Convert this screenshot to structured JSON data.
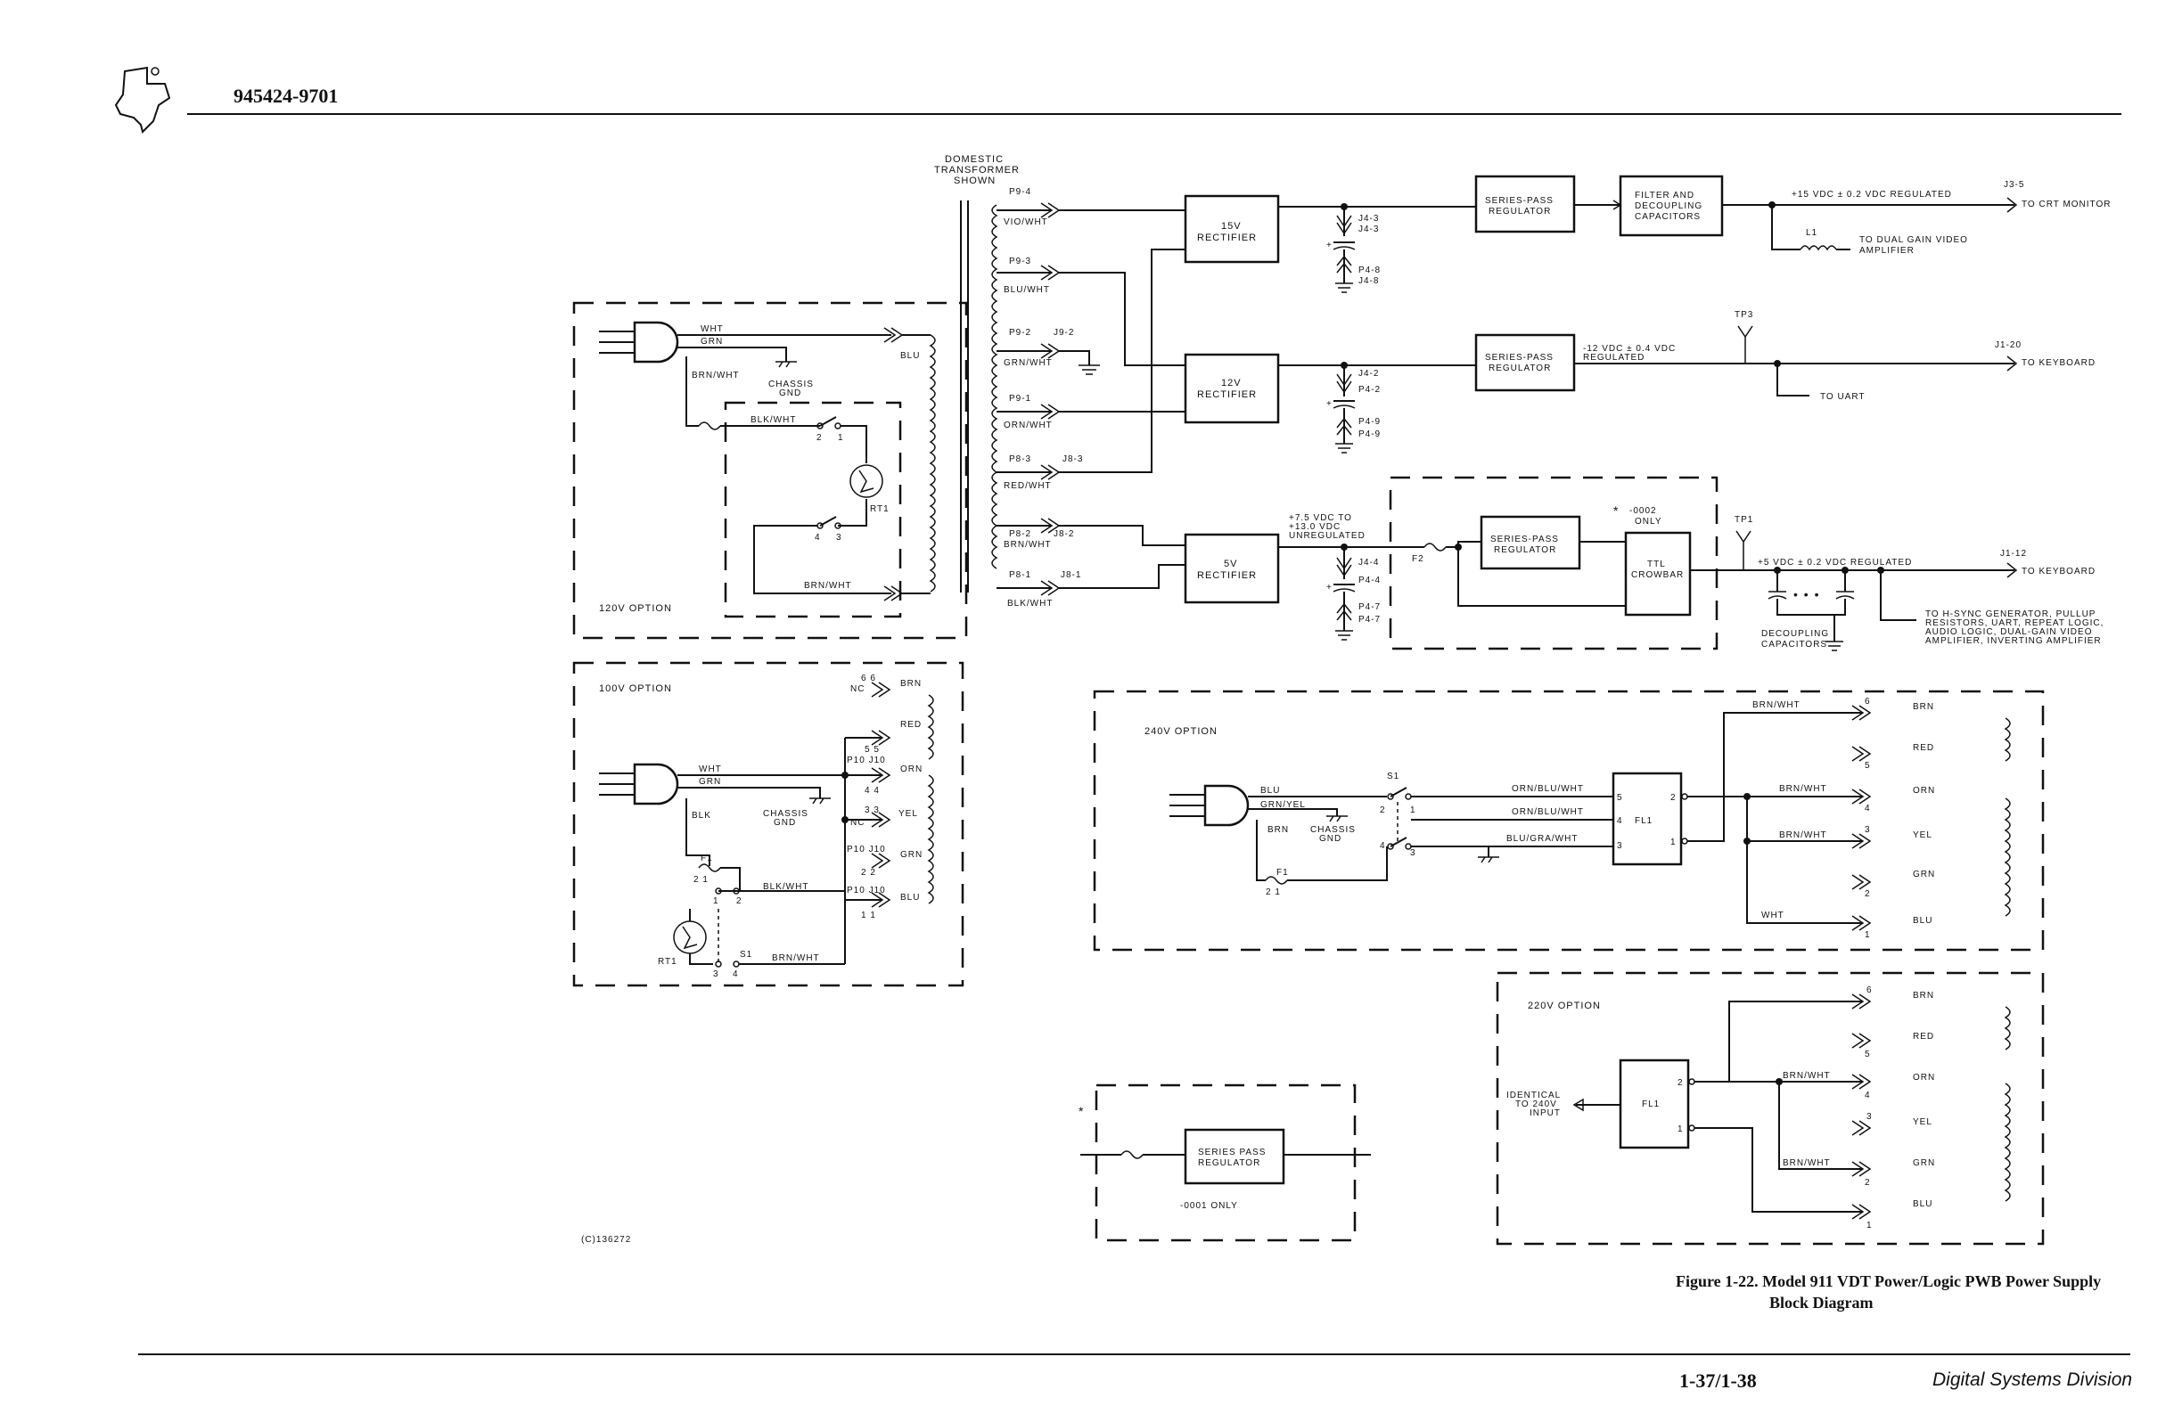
{
  "header": {
    "doc_number": "945424-9701"
  },
  "footer": {
    "page": "1-37/1-38",
    "division": "Digital Systems Division"
  },
  "caption": {
    "line1": "Figure 1-22. Model 911 VDT Power/Logic PWB Power Supply",
    "line2": "Block Diagram"
  },
  "code": "(C)136272",
  "transformer": {
    "title1": "DOMESTIC",
    "title2": "TRANSFORMER",
    "title3": "SHOWN"
  },
  "pins": {
    "p94": "P9-4",
    "vio": "VIO/WHT",
    "p93": "P9-3",
    "bluwht": "BLU/WHT",
    "p92": "P9-2",
    "j92": "J9-2",
    "grnwht": "GRN/WHT",
    "p91": "P9-1",
    "ornwht": "ORN/WHT",
    "p83": "P8-3",
    "j83": "J8-3",
    "redwht": "RED/WHT",
    "p82": "P8-2",
    "j82": "J8-2",
    "brnwht": "BRN/WHT",
    "p81": "P8-1",
    "j81": "J8-1",
    "blkwht": "BLK/WHT"
  },
  "rectifiers": {
    "r15": [
      "15V",
      "RECTIFIER"
    ],
    "r12": [
      "12V",
      "RECTIFIER"
    ],
    "r5": [
      "5V",
      "RECTIFIER"
    ]
  },
  "regulators": {
    "reg": [
      "SERIES-PASS",
      "REGULATOR"
    ],
    "filter": [
      "FILTER AND",
      "DECOUPLING",
      "CAPACITORS"
    ],
    "crowbar": [
      "TTL",
      "CROWBAR"
    ]
  },
  "conn": {
    "j43": "J4-3",
    "j43b": "J4-3",
    "p48": "P4-8",
    "j48": "J4-8",
    "j42": "J4-2",
    "p42": "P4-2",
    "p49": "P4-9",
    "p49b": "P4-9",
    "j44": "J4-4",
    "p44": "P4-4",
    "p47": "P4-7",
    "p47b": "P4-7"
  },
  "outputs": {
    "plus15": "+15 VDC ± 0.2 VDC REGULATED",
    "j35": "J3-5",
    "crt": "TO CRT MONITOR",
    "l1": "L1",
    "dual1": "TO DUAL GAIN VIDEO",
    "dual2": "AMPLIFIER",
    "tp3": "TP3",
    "minus12a": "-12 VDC ± 0.4 VDC",
    "minus12b": "REGULATED",
    "j120": "J1-20",
    "kbd1": "TO KEYBOARD",
    "uart": "TO UART",
    "unreg1": "+7.5 VDC TO",
    "unreg2": "+13.0 VDC",
    "unreg3": "UNREGULATED",
    "f2": "F2",
    "only1": "-0002",
    "only2": "ONLY",
    "star": "*",
    "tp1": "TP1",
    "plus5": "+5 VDC ± 0.2 VDC REGULATED",
    "j112": "J1-12",
    "kbd2": "TO KEYBOARD",
    "dec1": "DECOUPLING",
    "dec2": "CAPACITORS",
    "hs1": "TO H-SYNC GENERATOR, PULLUP",
    "hs2": "RESISTORS, UART, REPEAT LOGIC,",
    "hs3": "AUDIO LOGIC, DUAL-GAIN VIDEO",
    "hs4": "AMPLIFIER, INVERTING AMPLIFIER"
  },
  "opt120": {
    "title": "120V OPTION",
    "wht": "WHT",
    "grn": "GRN",
    "brnwht": "BRN/WHT",
    "chassis1": "CHASSIS",
    "chassis2": "GND",
    "blkwht": "BLK/WHT",
    "blu": "BLU",
    "n2": "2",
    "n1": "1",
    "n4": "4",
    "n3": "3",
    "rt1": "RT1",
    "brnwht2": "BRN/WHT"
  },
  "opt100": {
    "title": "100V OPTION",
    "wht": "WHT",
    "grn": "GRN",
    "blk": "BLK",
    "chassis1": "CHASSIS",
    "chassis2": "GND",
    "f1": "F1",
    "f1n": "2   1",
    "blkwht": "BLK/WHT",
    "n1": "1",
    "n2": "2",
    "rt1": "RT1",
    "s1": "S1",
    "n3": "3",
    "n4": "4",
    "brnwht": "BRN/WHT",
    "nc1": "NC",
    "n66": "6  6",
    "brn": "BRN",
    "red": "RED",
    "n55": "5  5",
    "p10j10a": "P10 J10",
    "orn": "ORN",
    "n44": "4  4",
    "n33": "3  3",
    "nc2": "NC",
    "yel": "YEL",
    "p10j10b": "P10 J10",
    "grn2": "GRN",
    "n22": "2  2",
    "p10j10c": "P10 J10",
    "blu": "BLU",
    "n11": "1  1"
  },
  "opt240": {
    "title": "240V OPTION",
    "blu": "BLU",
    "grnyel": "GRN/YEL",
    "brn": "BRN",
    "chassis1": "CHASSIS",
    "chassis2": "GND",
    "f1": "F1",
    "f1n": "2   1",
    "s1": "S1",
    "n2": "2",
    "n1": "1",
    "n4": "4",
    "n3": "3",
    "ornbluwht": "ORN/BLU/WHT",
    "ornbluwht2": "ORN/BLU/WHT",
    "blugrawht": "BLU/GRA/WHT",
    "fl1": "FL1",
    "p5": "5",
    "p4": "4",
    "p3": "3",
    "p2": "2",
    "p1": "1",
    "brnwht": "BRN/WHT",
    "n6": "6",
    "brn2": "BRN",
    "red": "RED",
    "n5": "5",
    "brnwht2": "BRN/WHT",
    "orn": "ORN",
    "n4b": "4",
    "brnwht3": "BRN/WHT",
    "n3b": "3",
    "yel": "YEL",
    "grn": "GRN",
    "n2b": "2",
    "wht": "WHT",
    "n1b": "1",
    "blu2": "BLU"
  },
  "opt220": {
    "title": "220V OPTION",
    "ident1": "IDENTICAL",
    "ident2": "TO 240V",
    "ident3": "INPUT",
    "fl1": "FL1",
    "p2": "2",
    "p1": "1",
    "n6": "6",
    "brn": "BRN",
    "n5": "5",
    "red": "RED",
    "brnwht": "BRN/WHT",
    "orn": "ORN",
    "n4": "4",
    "n3": "3",
    "yel": "YEL",
    "brnwht2": "BRN/WHT",
    "grn": "GRN",
    "n2": "2",
    "blu": "BLU",
    "n1": "1"
  },
  "opt0001": {
    "star": "*",
    "reg1": "SERIES PASS",
    "reg2": "REGULATOR",
    "only": "-0001 ONLY"
  }
}
